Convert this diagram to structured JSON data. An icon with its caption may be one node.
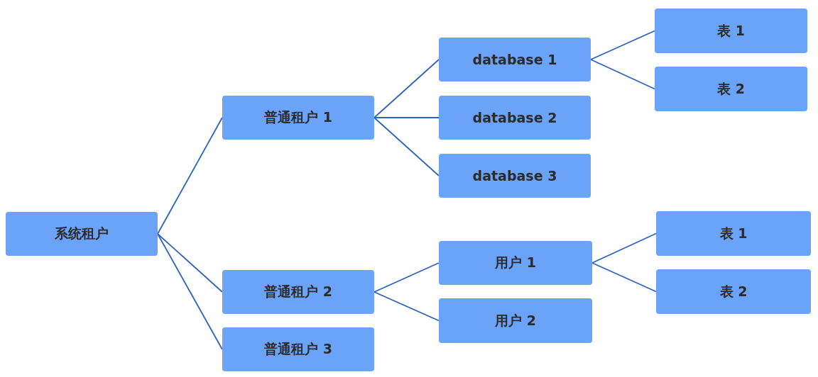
{
  "diagram": {
    "nodes": [
      {
        "text": [
          "系统租户"
        ]
      },
      {
        "text": [
          "普通租户 1"
        ]
      },
      {
        "text": [
          "database 1"
        ]
      },
      {
        "text": [
          "表 1"
        ]
      },
      {
        "text": [
          "表 2"
        ]
      },
      {
        "text": [
          "database 2"
        ]
      },
      {
        "text": [
          "database 3"
        ]
      },
      {
        "text": [
          "普通租户 2"
        ]
      },
      {
        "text": [
          "用户 1"
        ]
      },
      {
        "text": [
          "表 1"
        ]
      },
      {
        "text": [
          "表 2"
        ]
      },
      {
        "text": [
          "用户 2"
        ]
      },
      {
        "text": [
          "普通租户 3"
        ]
      }
    ],
    "edges": [
      {
        "from": 0,
        "to": 1,
        "arrow": "none"
      },
      {
        "from": 0,
        "to": 7,
        "arrow": "none"
      },
      {
        "from": 0,
        "to": 12,
        "arrow": "none"
      },
      {
        "from": 1,
        "to": 2,
        "arrow": "none"
      },
      {
        "from": 1,
        "to": 5,
        "arrow": "none"
      },
      {
        "from": 1,
        "to": 6,
        "arrow": "none"
      },
      {
        "from": 2,
        "to": 3,
        "arrow": "none"
      },
      {
        "from": 2,
        "to": 4,
        "arrow": "none"
      },
      {
        "from": 7,
        "to": 8,
        "arrow": "none"
      },
      {
        "from": 7,
        "to": 11,
        "arrow": "none"
      },
      {
        "from": 8,
        "to": 9,
        "arrow": "none"
      },
      {
        "from": 8,
        "to": 10,
        "arrow": "none"
      }
    ]
  }
}
